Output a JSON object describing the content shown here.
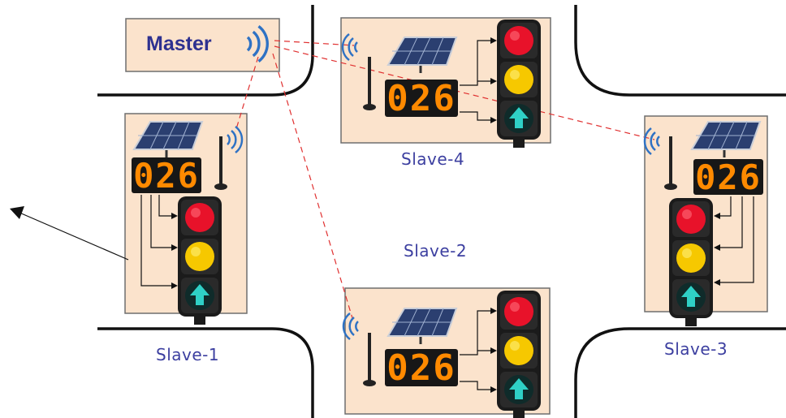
{
  "master": {
    "label": "Master"
  },
  "slaves": [
    {
      "label": "Slave-1",
      "display": "026"
    },
    {
      "label": "Slave-2",
      "display": "026"
    },
    {
      "label": "Slave-3",
      "display": "026"
    },
    {
      "label": "Slave-4",
      "display": "026"
    }
  ],
  "colors": {
    "box_fill": "#fbe3cc",
    "box_border": "#6e6e6e",
    "link_line": "#e03030",
    "road_edge": "#111111",
    "label_text": "#3c3fa0",
    "master_text": "#2e3190",
    "wave": "#2f72c4",
    "digit": "#ff8a00",
    "red_lamp": "#e8122a",
    "yellow_lamp": "#f6c800",
    "green_arrow": "#2fd0c6"
  },
  "icons": [
    "wireless-signal-icon",
    "solar-panel-icon",
    "antenna-icon",
    "traffic-light-icon",
    "up-arrow-icon",
    "pointer-arrow-icon"
  ]
}
